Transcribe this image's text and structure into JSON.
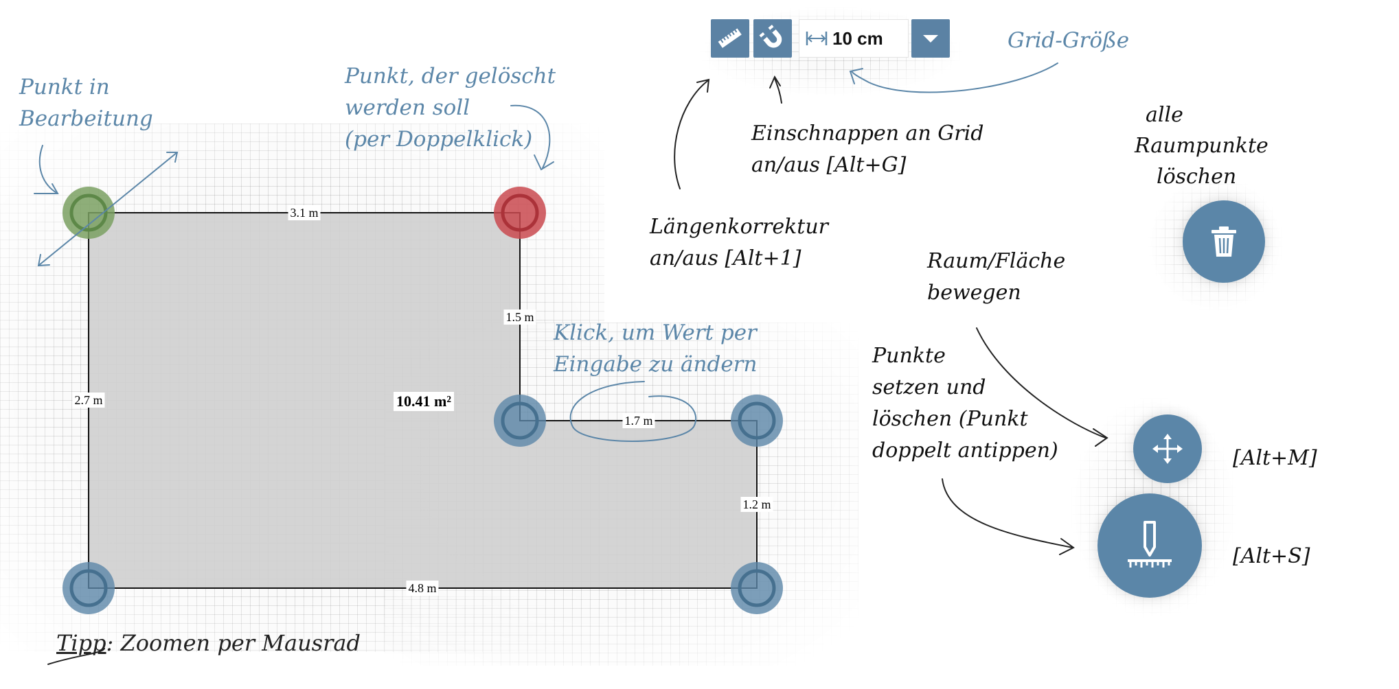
{
  "room": {
    "dims": {
      "top": "3.1 m",
      "inner_vertical": "1.5 m",
      "inner_horizontal": "1.7 m",
      "right": "1.2 m",
      "bottom": "4.8 m",
      "left": "2.7 m"
    },
    "area": "10.41 m²"
  },
  "toolbar": {
    "length_correction_icon": "ruler-icon",
    "snap_icon": "magnet-icon",
    "grid_size_value": "10 cm",
    "dropdown_icon": "caret-down-icon"
  },
  "tools": {
    "trash_icon": "trash-icon",
    "move_icon": "move-arrows-icon",
    "point_icon": "pen-on-ruler-icon"
  },
  "annotations": {
    "point_editing": [
      "Punkt in",
      "Bearbeitung"
    ],
    "point_delete": [
      "Punkt, der gelöscht",
      "werden soll",
      "(per Doppelklick)"
    ],
    "click_value": [
      "Klick, um Wert per",
      "Eingabe zu ändern"
    ],
    "grid_size": "Grid-Größe",
    "snap": [
      "Einschnappen an Grid",
      "an/aus [Alt+G]"
    ],
    "length_correction": [
      "Längenkorrektur",
      "an/aus [Alt+1]"
    ],
    "delete_all": [
      "alle",
      "Raumpunkte",
      "löschen"
    ],
    "move_room": [
      "Raum/Fläche",
      "bewegen"
    ],
    "set_points": [
      "Punkte",
      "setzen und",
      "löschen (Punkt",
      "doppelt antippen)"
    ],
    "shortcut_move": "[Alt+M]",
    "shortcut_set": "[Alt+S]",
    "tip_prefix": "Tipp",
    "tip_text": ": Zoomen per Mausrad"
  },
  "colors": {
    "accent": "#5b86a8",
    "point_active": "#7aa062",
    "point_delete": "#c9494f",
    "room_fill": "#cfcfcf"
  }
}
